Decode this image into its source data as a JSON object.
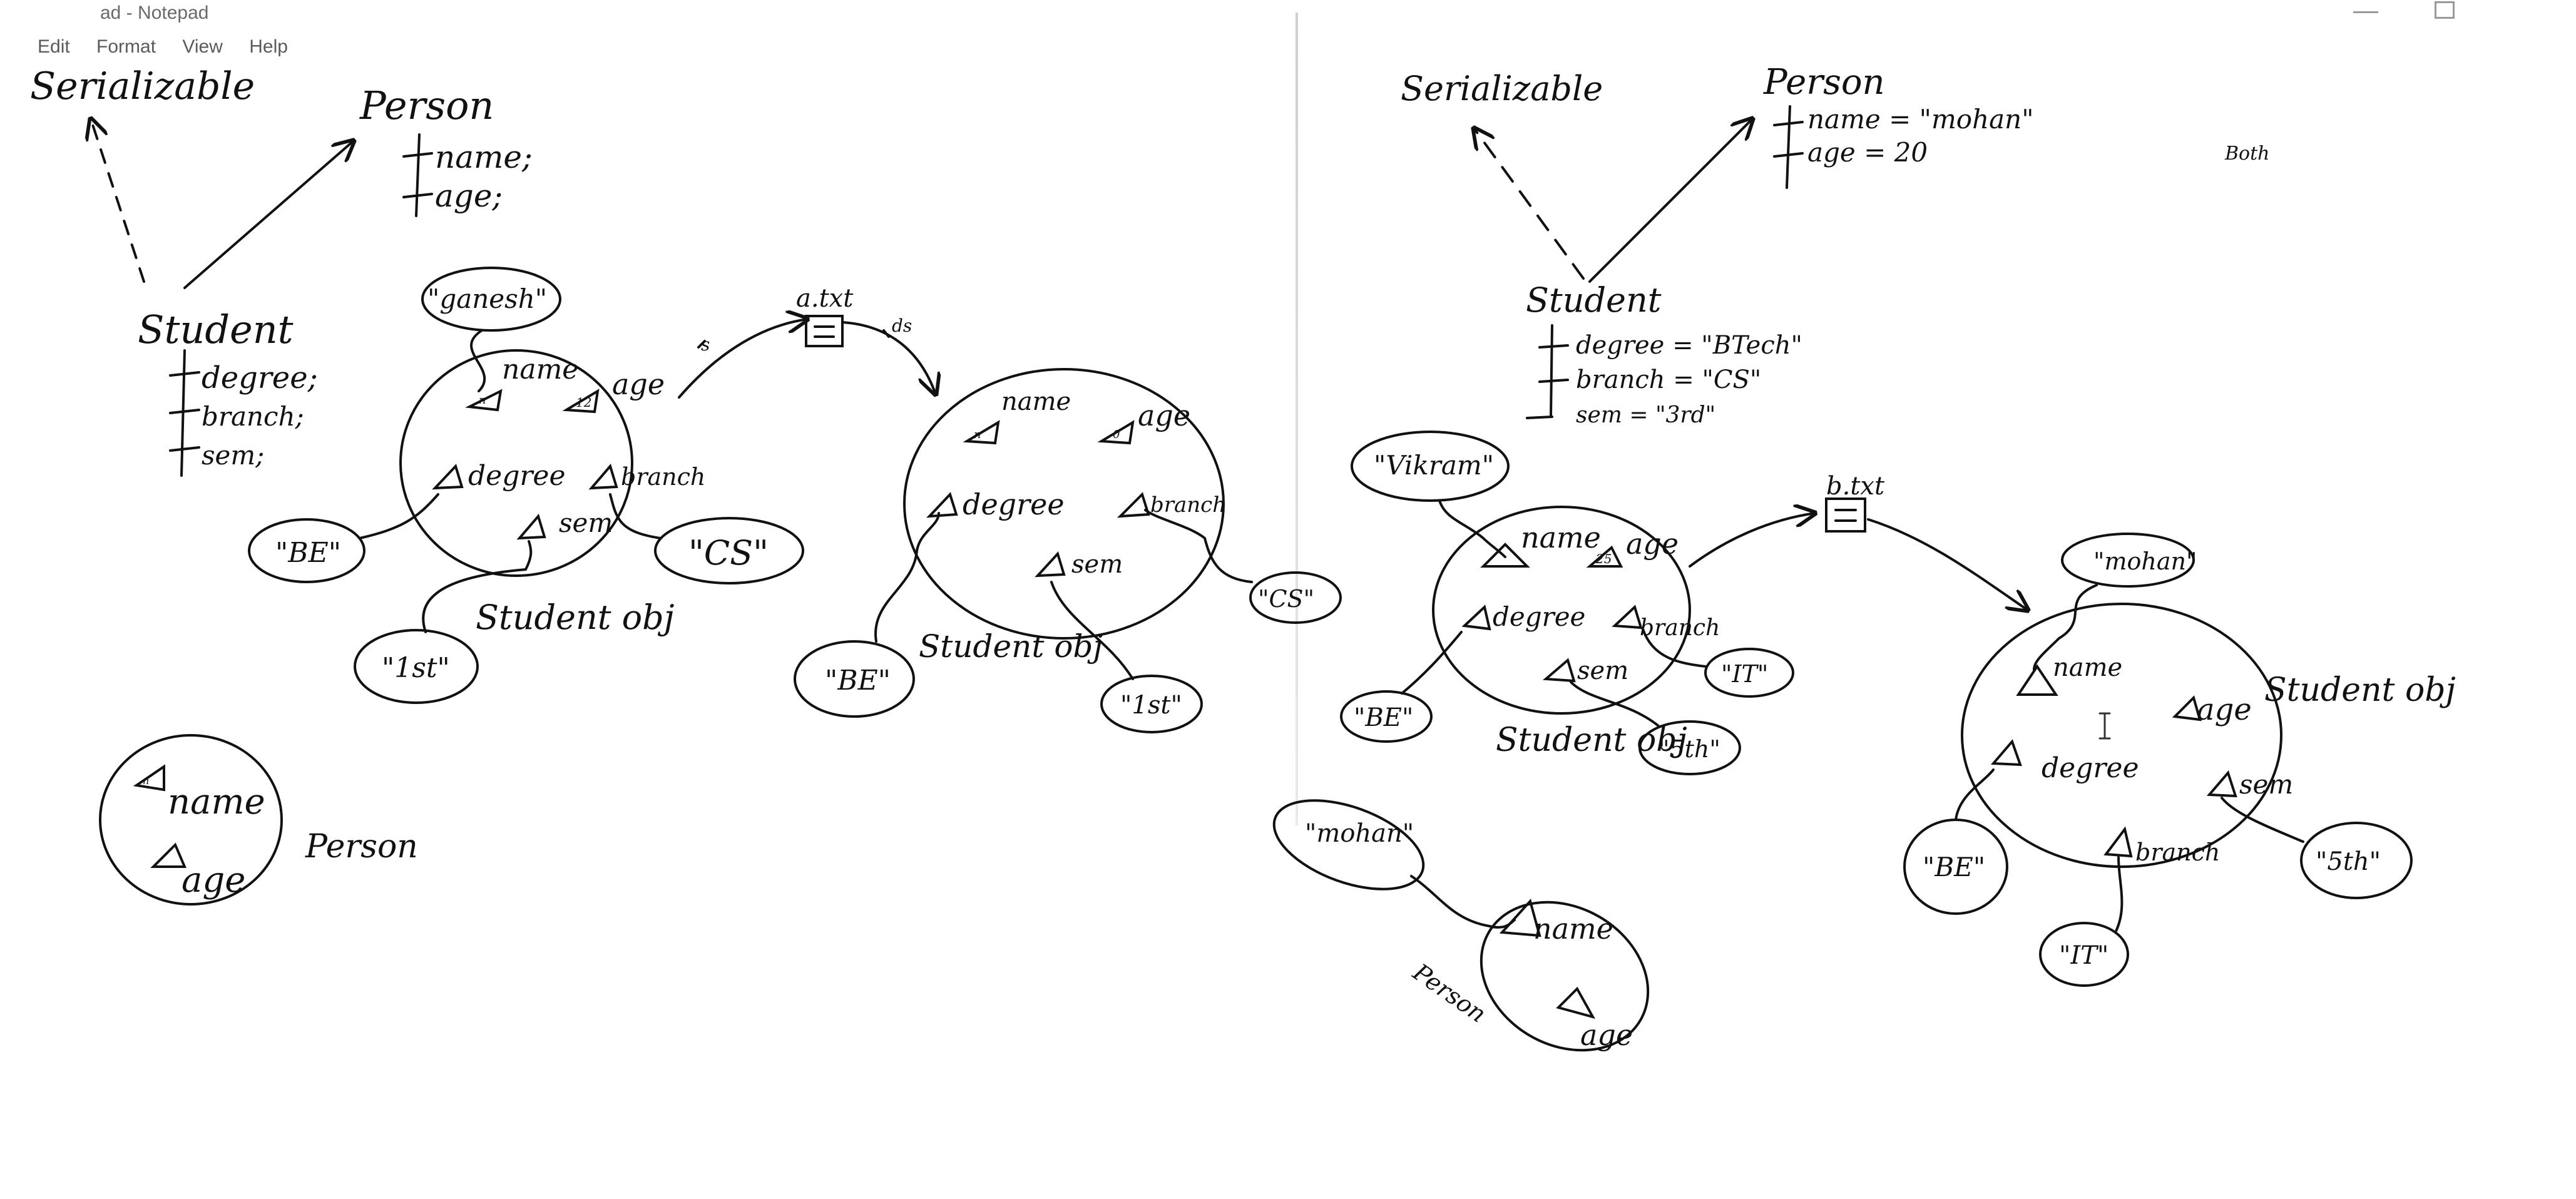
{
  "window": {
    "title": "ad - Notepad",
    "menu": [
      "Edit",
      "Format",
      "View",
      "Help"
    ]
  },
  "colors": {
    "ink": "#111111",
    "paper": "#ffffff",
    "chrome": "#6a6a6a"
  },
  "left_diagram": {
    "serializable": "Serializable",
    "person_class": {
      "name": "Person",
      "fields": [
        "name;",
        "age;"
      ]
    },
    "student_class": {
      "name": "Student",
      "fields": [
        "degree;",
        "branch;",
        "sem;"
      ]
    },
    "serialized_object": {
      "fields": [
        "name",
        "age",
        "degree",
        "branch",
        "sem"
      ],
      "field_values": [
        "n",
        "12"
      ],
      "values": [
        "\"ganesh\"",
        "\"BE\"",
        "\"CS\"",
        "\"1st\""
      ],
      "caption": "Student obj"
    },
    "file": {
      "name": "a.txt",
      "write_mark": "s",
      "read_mark": "ds"
    },
    "deserialized_object": {
      "fields": [
        "name",
        "age",
        "degree",
        "branch",
        "sem"
      ],
      "field_values": [
        "n",
        "0"
      ],
      "values": [
        "\"BE\"",
        "\"CS\"",
        "\"1st\""
      ],
      "caption": "Student obj"
    },
    "person_object": {
      "fields": [
        "name",
        "age"
      ],
      "field_values": [
        "n"
      ],
      "caption": "Person"
    }
  },
  "right_diagram": {
    "serializable": "Serializable",
    "person_class": {
      "name": "Person",
      "fields": [
        "name = \"mohan\"",
        "age = 20"
      ]
    },
    "student_class": {
      "name": "Student",
      "fields": [
        "degree = \"BTech\"",
        "branch = \"CS\"",
        "sem = \"3rd\""
      ]
    },
    "serialized_object": {
      "fields": [
        "name",
        "age",
        "degree",
        "branch",
        "sem"
      ],
      "field_values": [
        "25"
      ],
      "values": [
        "\"Vikram\"",
        "\"BE\"",
        "\"IT\"",
        "\"5th\""
      ],
      "caption": "Student obj"
    },
    "file": {
      "name": "b.txt"
    },
    "person_object": {
      "fields": [
        "name",
        "age"
      ],
      "values": [
        "\"mohan\""
      ],
      "caption": "Person"
    },
    "deserialized_object": {
      "fields": [
        "name",
        "age",
        "degree",
        "sem",
        "branch"
      ],
      "values": [
        "\"mohan\"",
        "\"BE\"",
        "\"5th\"",
        "\"IT\""
      ],
      "caption": "Student obj"
    },
    "corner_note": "Both"
  }
}
